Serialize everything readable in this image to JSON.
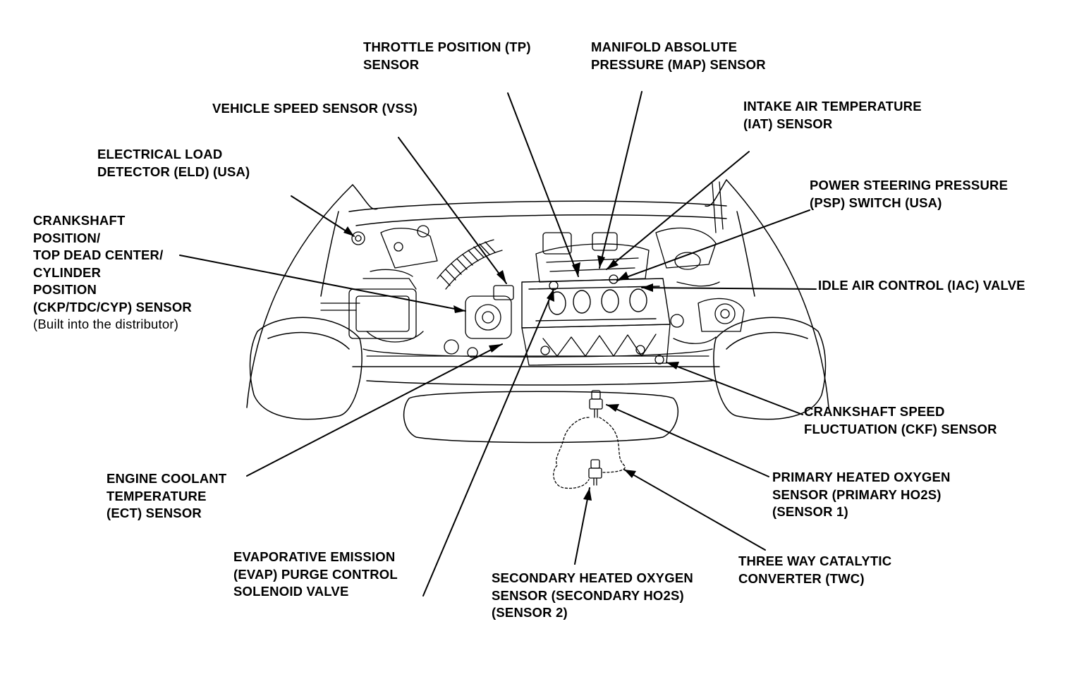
{
  "labels": {
    "tp": [
      "THROTTLE POSITION (TP)",
      "SENSOR"
    ],
    "map": [
      "MANIFOLD ABSOLUTE",
      "PRESSURE (MAP) SENSOR"
    ],
    "vss": [
      "VEHICLE SPEED SENSOR (VSS)"
    ],
    "iat": [
      "INTAKE AIR TEMPERATURE",
      "(IAT) SENSOR"
    ],
    "eld": [
      "ELECTRICAL LOAD",
      "DETECTOR (ELD) (USA)"
    ],
    "psp": [
      "POWER STEERING PRESSURE",
      "(PSP) SWITCH (USA)"
    ],
    "ckp": [
      "CRANKSHAFT",
      "POSITION/",
      "TOP DEAD CENTER/",
      "CYLINDER",
      "POSITION",
      "(CKP/TDC/CYP) SENSOR"
    ],
    "ckp_note": "(Built into the distributor)",
    "iac": [
      "IDLE AIR CONTROL (IAC) VALVE"
    ],
    "ckf": [
      "CRANKSHAFT SPEED",
      "FLUCTUATION (CKF) SENSOR"
    ],
    "ect": [
      "ENGINE COOLANT",
      "TEMPERATURE",
      "(ECT) SENSOR"
    ],
    "ho2s1": [
      "PRIMARY HEATED OXYGEN",
      "SENSOR (PRIMARY HO2S)",
      "(SENSOR 1)"
    ],
    "evap": [
      "EVAPORATIVE EMISSION",
      "(EVAP) PURGE CONTROL",
      "SOLENOID VALVE"
    ],
    "ho2s2": [
      "SECONDARY HEATED OXYGEN",
      "SENSOR (SECONDARY HO2S)",
      "(SENSOR 2)"
    ],
    "twc": [
      "THREE WAY CATALYTIC",
      "CONVERTER (TWC)"
    ]
  }
}
